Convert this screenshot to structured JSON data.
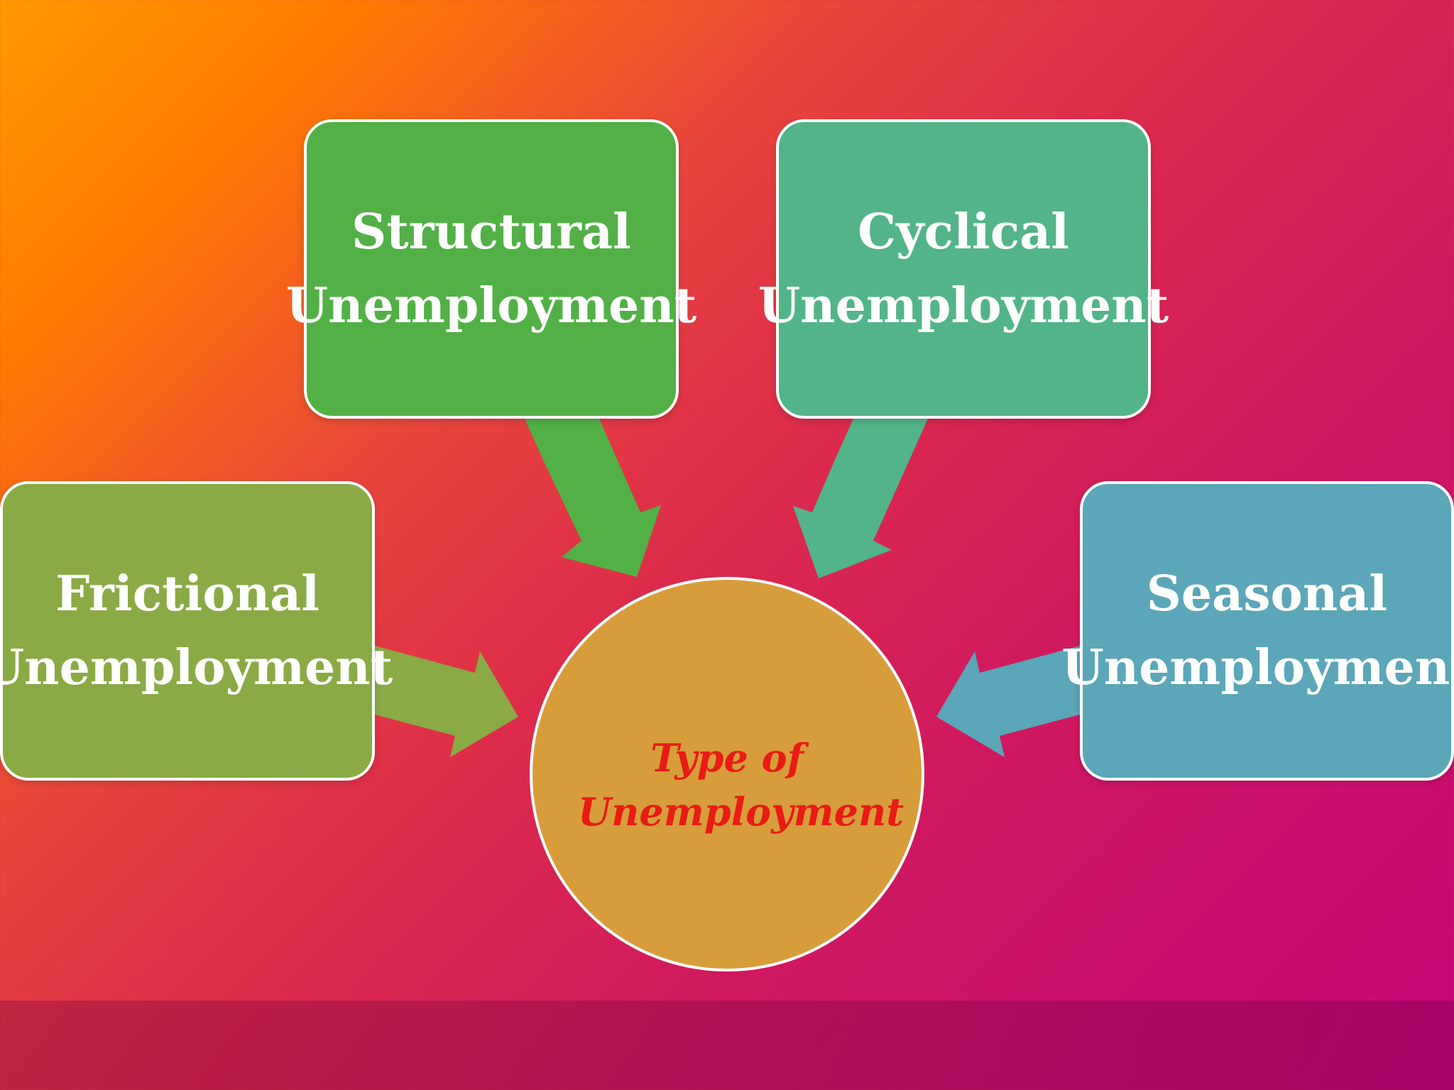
{
  "diagram": {
    "center": {
      "label": "Type of Unemployment",
      "fill_color": "#d89d3b",
      "text_color": "#e81c14"
    },
    "nodes": [
      {
        "id": "structural",
        "label": "Structural Unemployment",
        "color": "#52b046"
      },
      {
        "id": "cyclical",
        "label": "Cyclical Unemployment",
        "color": "#52b488"
      },
      {
        "id": "frictional",
        "label": "Frictional Unemployment",
        "color": "#8aaa45"
      },
      {
        "id": "seasonal",
        "label": "Seasonal Unemployment",
        "color": "#5ba6b8"
      }
    ]
  },
  "colors": {
    "background_start": "#ff9a00",
    "background_end": "#c8067a",
    "border": "#ffffff"
  }
}
